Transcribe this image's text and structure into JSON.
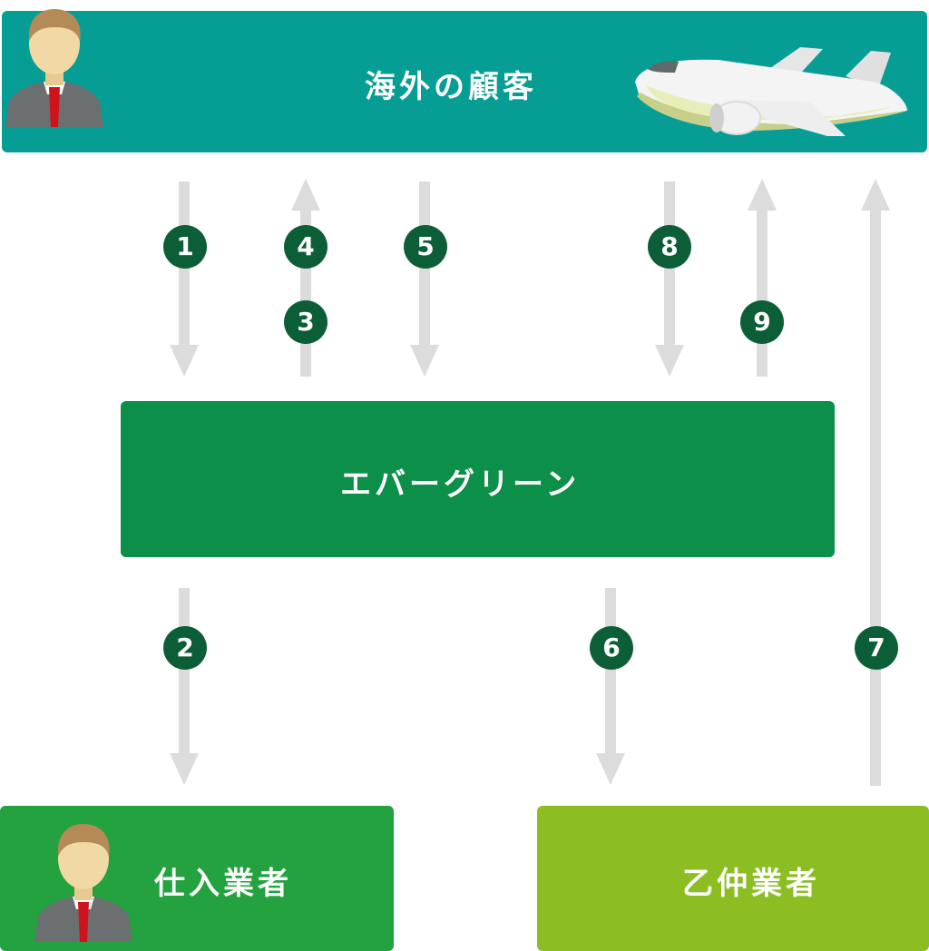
{
  "nodes": {
    "customer": "海外の顧客",
    "evergreen": "エバーグリーン",
    "supplier": "仕入業者",
    "broker": "乙仲業者"
  },
  "steps": [
    "1",
    "2",
    "3",
    "4",
    "5",
    "6",
    "7",
    "8",
    "9"
  ],
  "colors": {
    "customer_box": "#069e94",
    "evergreen_box": "#0c8f48",
    "supplier_box": "#23a23f",
    "broker_box": "#8cbe24",
    "step_badge": "#0c5e37",
    "arrow": "#dcdcdc"
  },
  "icons": {
    "customer": "airplane-icon",
    "supplier": "person-icon",
    "broker": "person-icon"
  }
}
